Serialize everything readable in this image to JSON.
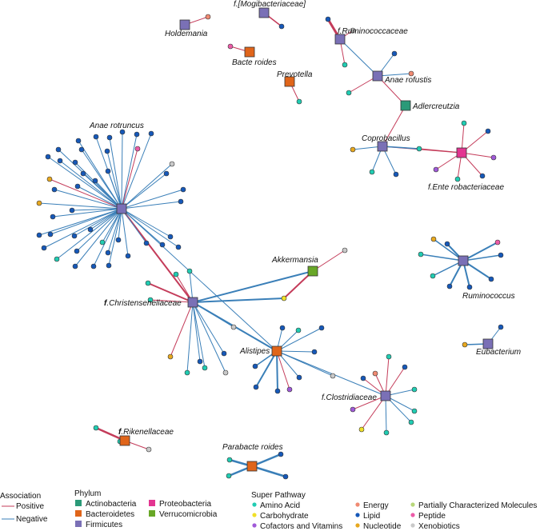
{
  "colors": {
    "positive": "#c43c5a",
    "negative": "#3a7fb8",
    "phylum": {
      "Actinobacteria": "#2b9a78",
      "Bacteroidetes": "#e0651a",
      "Firmicutes": "#7a70b6",
      "Proteobacteria": "#e33591",
      "Verrucomicrobia": "#68a727"
    },
    "pathway": {
      "Amino Acid": "#21ccb2",
      "Carbohydrate": "#f0e028",
      "Cofactors and Vitamins": "#a05ad8",
      "Energy": "#f08a72",
      "Lipid": "#1658b8",
      "Nucleotide": "#e7a81f",
      "Partially Characterized Molecules": "#b8d77a",
      "Peptide": "#ec5ba8",
      "Xenobiotics": "#c9c9c9"
    }
  },
  "hubs": [
    {
      "label": "Holdemania",
      "phylum": "Firmicutes",
      "bold_prefix": ""
    },
    {
      "label": "f.[Mogibacteriaceae]",
      "phylum": "Firmicutes",
      "bold_prefix": ""
    },
    {
      "label": "f.Ruminococcaceae",
      "phylum": "Firmicutes",
      "bold_prefix": ""
    },
    {
      "label": "Bacte roides",
      "phylum": "Bacteroidetes",
      "bold_prefix": ""
    },
    {
      "label": "Prevotella",
      "phylum": "Bacteroidetes",
      "bold_prefix": ""
    },
    {
      "label": "Anae rofustis",
      "phylum": "Firmicutes",
      "bold_prefix": ""
    },
    {
      "label": "Adlercreutzia",
      "phylum": "Actinobacteria",
      "bold_prefix": ""
    },
    {
      "label": "Coprobacillus",
      "phylum": "Firmicutes",
      "bold_prefix": ""
    },
    {
      "label": "f.Ente robacteriaceae",
      "phylum": "Proteobacteria",
      "bold_prefix": ""
    },
    {
      "label": "Anae rotruncus",
      "phylum": "Firmicutes",
      "bold_prefix": ""
    },
    {
      "label": "Akkermansia",
      "phylum": "Verrucomicrobia",
      "bold_prefix": ""
    },
    {
      "label": ".Christensenellaceae",
      "phylum": "Firmicutes",
      "bold_prefix": "f"
    },
    {
      "label": "Alistipes",
      "phylum": "Bacteroidetes",
      "bold_prefix": ""
    },
    {
      "label": "Ruminococcus",
      "phylum": "Firmicutes",
      "bold_prefix": ""
    },
    {
      "label": "Eubacterium",
      "phylum": "Firmicutes",
      "bold_prefix": ""
    },
    {
      "label": "f.Clostridiaceae",
      "phylum": "Firmicutes",
      "bold_prefix": ""
    },
    {
      "label": ".Rikenellaceae",
      "phylum": "Bacteroidetes",
      "bold_prefix": "f"
    },
    {
      "label": "Parabacte roides",
      "phylum": "Bacteroidetes",
      "bold_prefix": ""
    }
  ],
  "legend": {
    "association": {
      "title": "Association",
      "items": [
        {
          "label": "Positive",
          "type": "positive"
        },
        {
          "label": "Negative",
          "type": "negative"
        }
      ]
    },
    "phylum": {
      "title": "Phylum",
      "items": [
        "Actinobacteria",
        "Bacteroidetes",
        "Firmicutes",
        "Proteobacteria",
        "Verrucomicrobia"
      ]
    },
    "pathway": {
      "title": "Super Pathway",
      "items": [
        "Amino Acid",
        "Carbohydrate",
        "Cofactors and Vitamins",
        "Energy",
        "Lipid",
        "Nucleotide",
        "Partially Characterized Molecules",
        "Peptide",
        "Xenobiotics"
      ]
    }
  }
}
